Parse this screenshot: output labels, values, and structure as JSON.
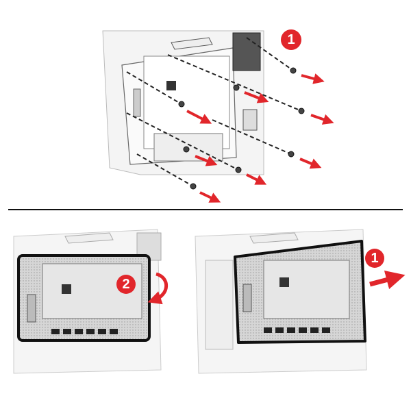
{
  "steps": {
    "top_step": "1",
    "bottom_left_step": "2",
    "bottom_right_step": "1"
  },
  "colors": {
    "accent": "#e1262b",
    "outline": "#111111",
    "panel": "#d9d9d9"
  }
}
